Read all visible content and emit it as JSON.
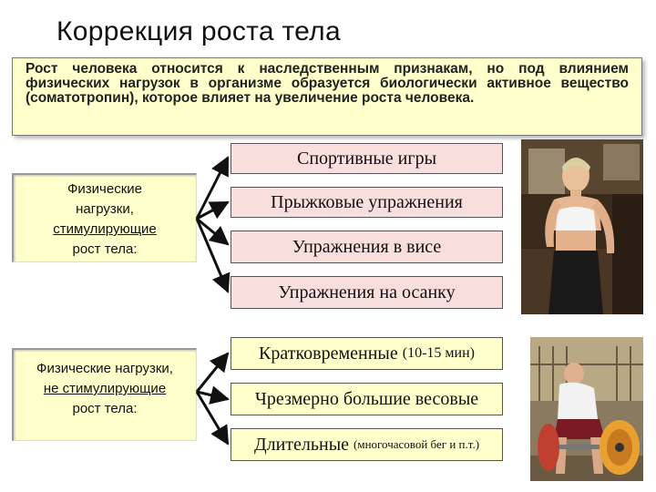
{
  "title": "Коррекция роста тела",
  "intro": "Рост человека относится к наследственным признакам, но под влиянием физических нагрузок в организме образуется биологически активное вещество (соматотропин), которое влияет на увеличение роста человека.",
  "stimulating": {
    "line1": "Физические",
    "line2": "нагрузки,",
    "line3": "стимулирующие",
    "line4": "рост тела:",
    "items": [
      "Спортивные игры",
      "Прыжковые упражнения",
      "Упражнения в висе",
      "Упражнения на осанку"
    ]
  },
  "non_stimulating": {
    "line1": "Физические нагрузки,",
    "line2": "не стимулирующие",
    "line3": "рост тела:",
    "items": [
      {
        "main": "Кратковременные",
        "note": "(10-15 мин)"
      },
      {
        "main": "Чрезмерно большие весовые",
        "note": ""
      },
      {
        "main": "Длительные",
        "note": "(многочасовой бег и п.т.)"
      }
    ]
  },
  "colors": {
    "intro_bg": "#ffffcc",
    "pink_box": "#f9dede",
    "yellow_box": "#ffffcc"
  }
}
